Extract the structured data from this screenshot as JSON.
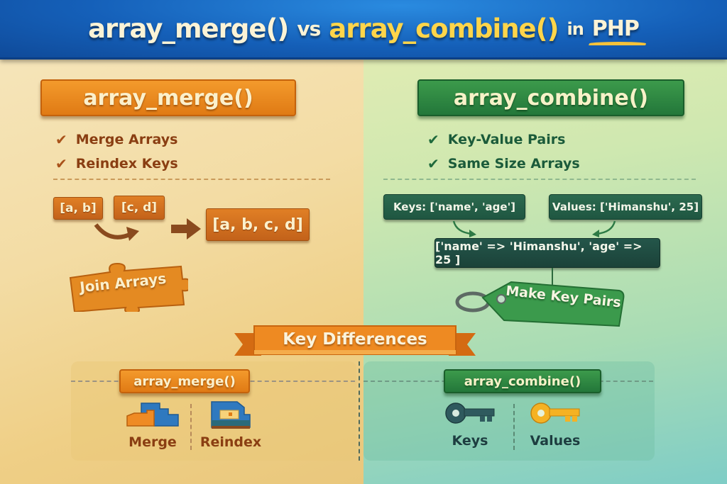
{
  "header": {
    "title_part1": "array_merge()",
    "title_vs": "vs",
    "title_part2": "array_combine()",
    "title_in": "in",
    "title_php": "PHP"
  },
  "colors": {
    "header_blue": "#1560b9",
    "merge_orange": "#e07a14",
    "combine_green": "#23773a",
    "title_yellow": "#ffd54a",
    "merge_text_brown": "#8a3e12",
    "combine_text_green": "#1b5b3a"
  },
  "merge": {
    "heading": "array_merge()",
    "features": [
      "Merge Arrays",
      "Reindex Keys"
    ],
    "example": {
      "input1": "[a, b]",
      "input2": "[c, d]",
      "output": "[a, b, c, d]"
    },
    "puzzle_label": "Join Arrays"
  },
  "combine": {
    "heading": "array_combine()",
    "features": [
      "Key-Value Pairs",
      "Same Size Arrays"
    ],
    "example": {
      "keys": "Keys: ['name', 'age']",
      "values": "Values: ['Himanshu', 25]",
      "output": "['name' => 'Himanshu', 'age' => 25 ]"
    },
    "tag_label": "Make Key Pairs"
  },
  "key_differences": {
    "title": "Key Differences",
    "merge": {
      "heading": "array_merge()",
      "items": [
        {
          "label": "Merge",
          "icon": "puzzle-blocks-icon"
        },
        {
          "label": "Reindex",
          "icon": "folder-reindex-icon"
        }
      ]
    },
    "combine": {
      "heading": "array_combine()",
      "items": [
        {
          "label": "Keys",
          "icon": "dark-key-icon"
        },
        {
          "label": "Values",
          "icon": "gold-key-icon"
        }
      ]
    }
  }
}
